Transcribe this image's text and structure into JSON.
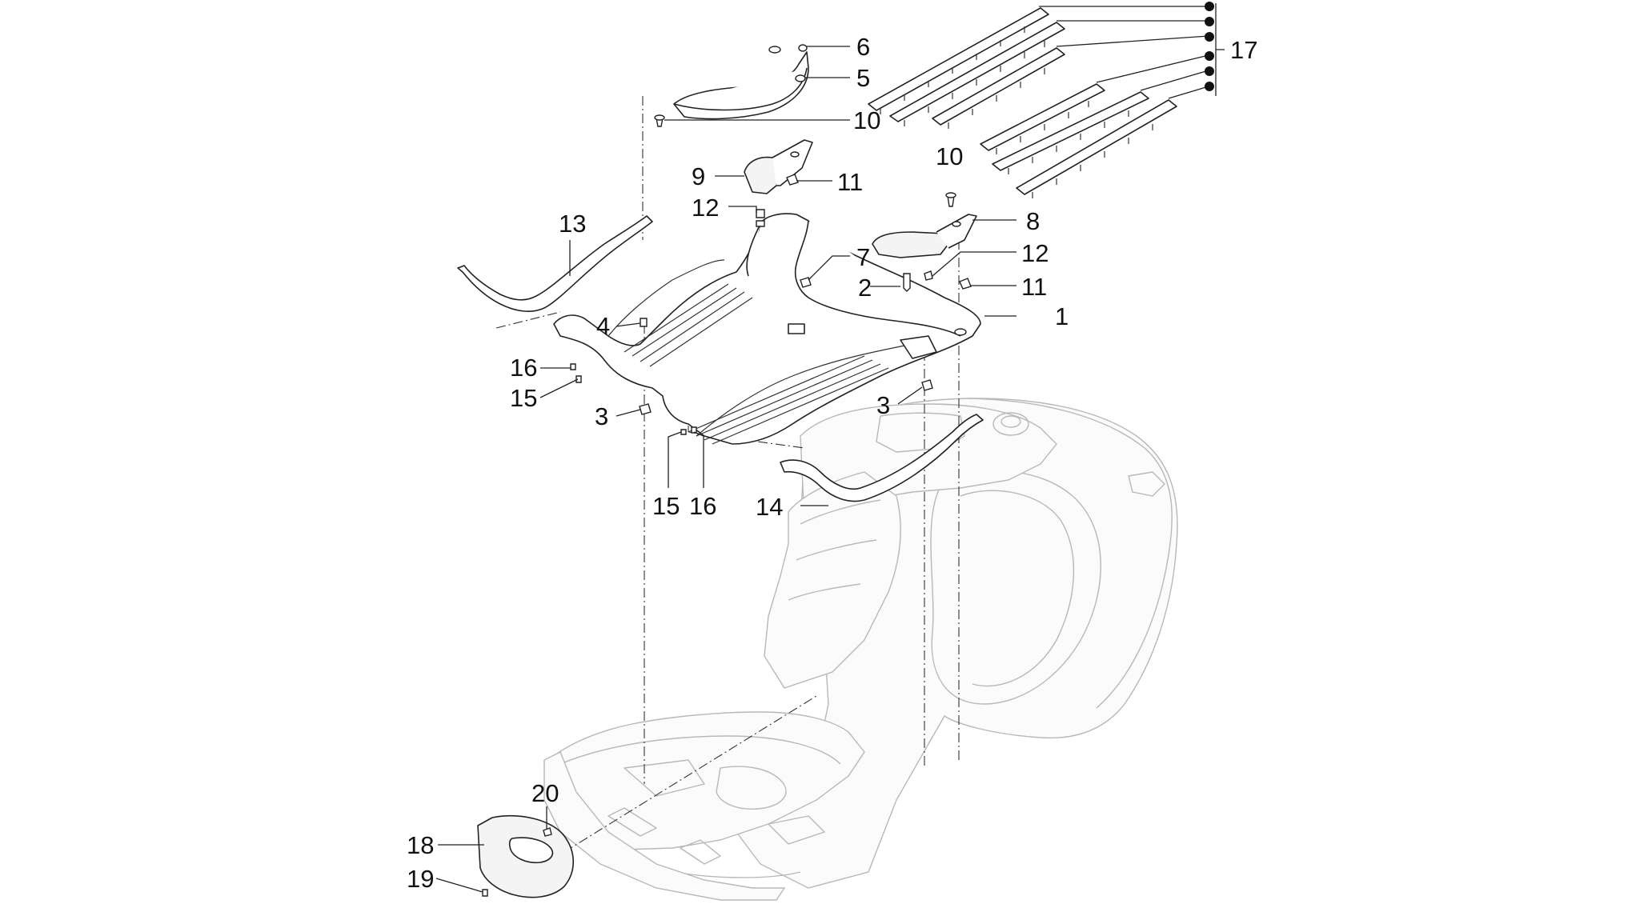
{
  "diagram": {
    "callouts": [
      {
        "id": "c1",
        "text": "1"
      },
      {
        "id": "c2",
        "text": "2"
      },
      {
        "id": "c3a",
        "text": "3"
      },
      {
        "id": "c3b",
        "text": "3"
      },
      {
        "id": "c4",
        "text": "4"
      },
      {
        "id": "c5",
        "text": "5"
      },
      {
        "id": "c6",
        "text": "6"
      },
      {
        "id": "c7",
        "text": "7"
      },
      {
        "id": "c8",
        "text": "8"
      },
      {
        "id": "c9",
        "text": "9"
      },
      {
        "id": "c10a",
        "text": "10"
      },
      {
        "id": "c10b",
        "text": "10"
      },
      {
        "id": "c11a",
        "text": "11"
      },
      {
        "id": "c11b",
        "text": "11"
      },
      {
        "id": "c12a",
        "text": "12"
      },
      {
        "id": "c12b",
        "text": "12"
      },
      {
        "id": "c13",
        "text": "13"
      },
      {
        "id": "c14",
        "text": "14"
      },
      {
        "id": "c15a",
        "text": "15"
      },
      {
        "id": "c15b",
        "text": "15"
      },
      {
        "id": "c16a",
        "text": "16"
      },
      {
        "id": "c16b",
        "text": "16"
      },
      {
        "id": "c17",
        "text": "17"
      },
      {
        "id": "c18",
        "text": "18"
      },
      {
        "id": "c19",
        "text": "19"
      },
      {
        "id": "c20",
        "text": "20"
      }
    ],
    "colors": {
      "line": "#222222",
      "ghost_body": "#b8b8b8",
      "background": "#ffffff"
    }
  }
}
